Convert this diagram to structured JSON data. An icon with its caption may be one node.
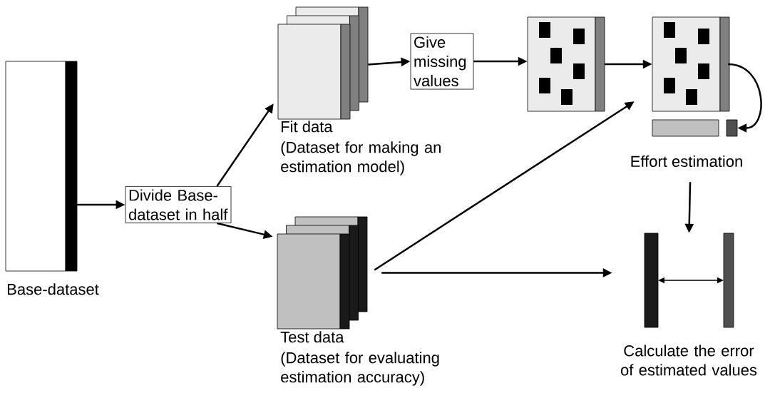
{
  "diagram": {
    "nodes": [
      {
        "text": [
          "Base-dataset"
        ]
      },
      {
        "text": [
          "Divide Base-dataset in half"
        ]
      },
      {
        "text": [
          "Fit data",
          "(Dataset for making an estimation model)"
        ]
      },
      {
        "text": [
          "Give missing values"
        ]
      },
      {
        "text": [],
        "shape": "box"
      },
      {
        "text": [
          "Effort estimation"
        ]
      },
      {
        "text": [],
        "shape": "box"
      },
      {
        "text": [
          "Test data",
          "(Dataset for evaluating estimation accuracy)"
        ]
      },
      {
        "text": [
          "Calculate the error of estimated values"
        ]
      }
    ],
    "edges": [
      {
        "from": 0,
        "to": 1,
        "arrow": "to"
      },
      {
        "from": 1,
        "to": 2,
        "arrow": "to"
      },
      {
        "from": 1,
        "to": 7,
        "arrow": "to"
      },
      {
        "from": 2,
        "to": 3,
        "arrow": "to"
      },
      {
        "from": 3,
        "to": 4,
        "arrow": "to"
      },
      {
        "from": 4,
        "to": 5,
        "arrow": "to"
      },
      {
        "from": 7,
        "to": 5,
        "arrow": "to"
      },
      {
        "from": 5,
        "to": 6,
        "arrow": "to"
      },
      {
        "from": 5,
        "to": 8,
        "arrow": "to"
      },
      {
        "from": 7,
        "to": 8,
        "arrow": "to"
      }
    ]
  }
}
